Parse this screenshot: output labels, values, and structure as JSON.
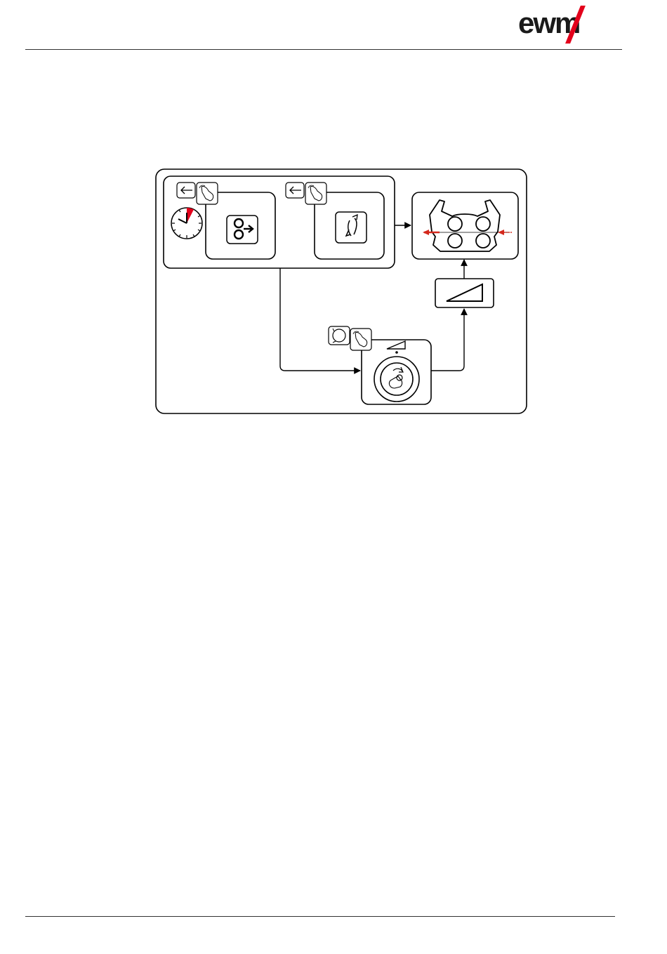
{
  "brand": {
    "logo_text": "ewm",
    "accent_color": "#e3001b"
  },
  "diagram": {
    "blocks": [
      {
        "id": "outer-frame"
      },
      {
        "id": "inner-group"
      },
      {
        "id": "wire-inching-box",
        "icon": "wire-inching-icon"
      },
      {
        "id": "wire-return-box",
        "icon": "wire-return-icon"
      },
      {
        "id": "wire-feed-rollers-box",
        "icon": "feed-rollers-icon"
      },
      {
        "id": "ramp-box",
        "icon": "ramp-icon"
      },
      {
        "id": "control-knob-box",
        "icon": "rotary-knob-icon"
      }
    ],
    "small_icons": [
      "timer-icon",
      "arrow-left-button-icon",
      "press-hand-icon",
      "rotate-button-icon"
    ],
    "arrow_color": "#d4281c"
  }
}
